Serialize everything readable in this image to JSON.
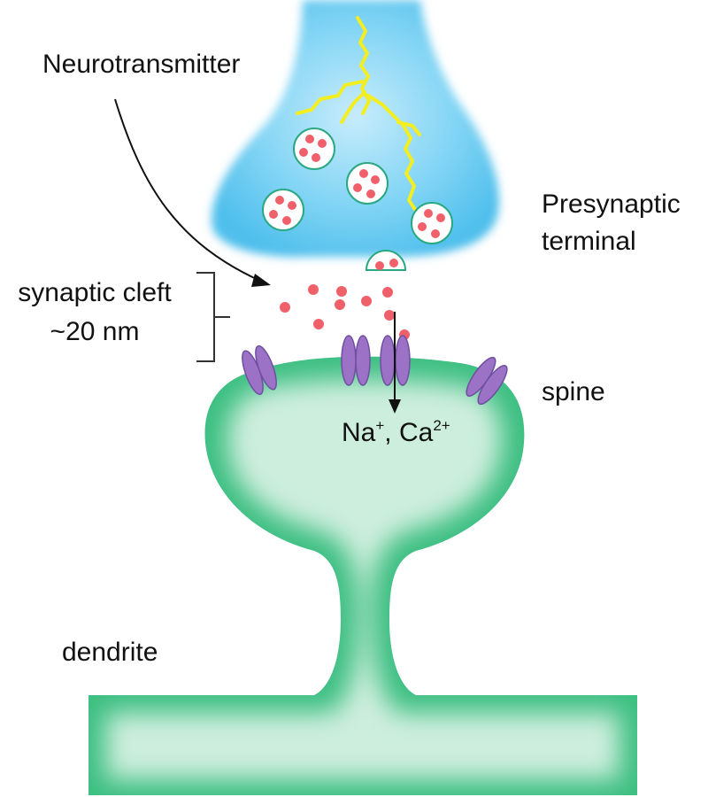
{
  "labels": {
    "neurotransmitter": "Neurotransmitter",
    "presynaptic_line1": "Presynaptic",
    "presynaptic_line2": "terminal",
    "cleft_line1": "synaptic cleft",
    "cleft_line2": "~20 nm",
    "spine": "spine",
    "dendrite": "dendrite",
    "ions": {
      "na": "Na",
      "na_charge": "+",
      "separator": ",",
      "ca": "Ca",
      "ca_charge": "2+"
    }
  },
  "colors": {
    "presynaptic_fill": "#5bc4ee",
    "postsynaptic_edge": "#3dbf82",
    "postsynaptic_core": "#cdeedd",
    "neurotransmitter": "#f0606a",
    "vesicle_outline": "#2aa882",
    "receptor": "#9b72c6",
    "branch": "#f3ee22",
    "text": "#111111"
  }
}
